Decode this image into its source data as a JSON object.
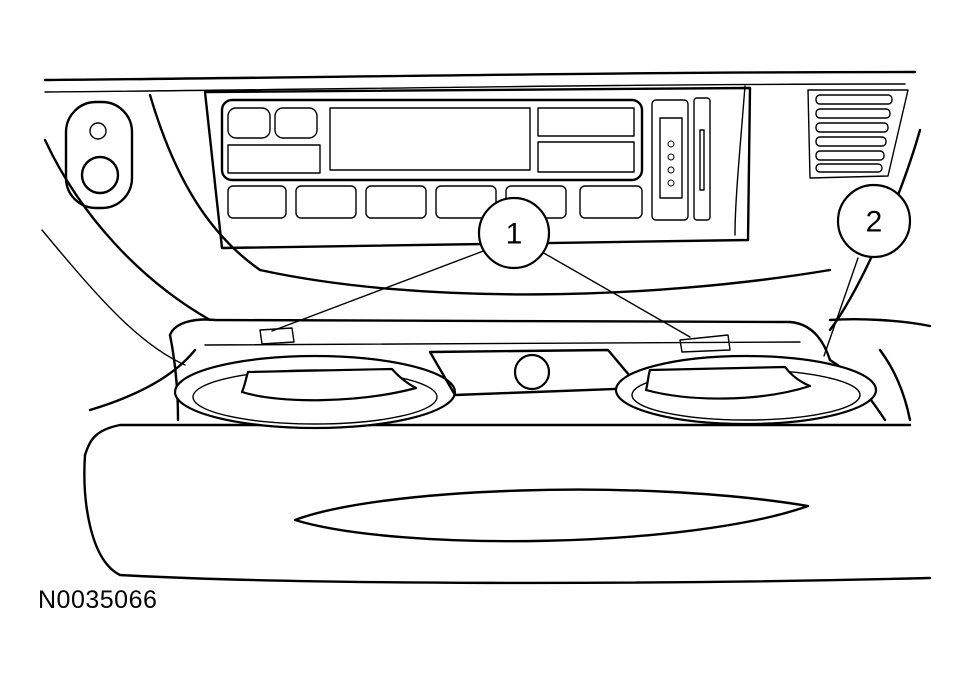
{
  "figure_id": "N0035066",
  "callouts": [
    {
      "number": "1"
    },
    {
      "number": "2"
    }
  ]
}
